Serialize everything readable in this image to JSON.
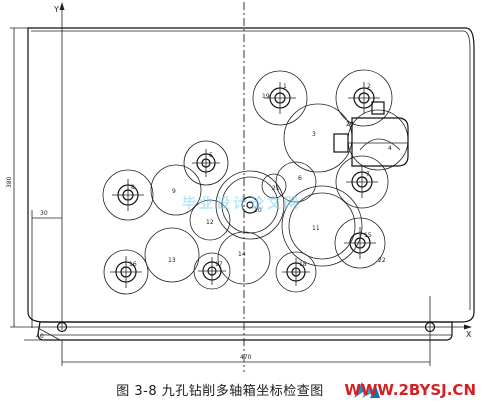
{
  "axes": {
    "y_label": "Y",
    "x_label": "X"
  },
  "dimensions": {
    "height": "380",
    "width": "470",
    "left": "30",
    "small": "40"
  },
  "gears": [
    {
      "id": "g1",
      "label": "1"
    },
    {
      "id": "g2",
      "label": "2"
    },
    {
      "id": "g3",
      "label": "3"
    },
    {
      "id": "g4",
      "label": "4"
    },
    {
      "id": "g5",
      "label": "5"
    },
    {
      "id": "g6",
      "label": "6"
    },
    {
      "id": "g7",
      "label": "7"
    },
    {
      "id": "g8",
      "label": "8"
    },
    {
      "id": "g9",
      "label": "9"
    },
    {
      "id": "g10",
      "label": "10"
    },
    {
      "id": "g11",
      "label": "11"
    },
    {
      "id": "g12",
      "label": "12"
    },
    {
      "id": "g13",
      "label": "13"
    },
    {
      "id": "g14",
      "label": "14"
    },
    {
      "id": "g15",
      "label": "15"
    },
    {
      "id": "g16",
      "label": "16"
    },
    {
      "id": "g17",
      "label": "17"
    },
    {
      "id": "g18",
      "label": "18"
    },
    {
      "id": "g19",
      "label": "19"
    },
    {
      "id": "g20",
      "label": "20"
    },
    {
      "id": "g21",
      "label": "21"
    },
    {
      "id": "g22",
      "label": "22"
    }
  ],
  "watermark": {
    "site": "WWW.2BYSJ.CN",
    "overlay": "毕业设计论文网"
  },
  "caption": "图 3-8 九孔钻削多轴箱坐标检查图"
}
